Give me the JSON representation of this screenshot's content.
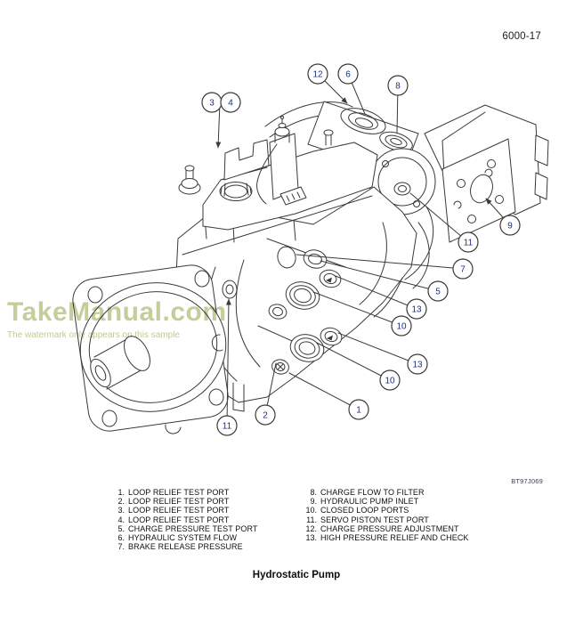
{
  "page": {
    "number": "6000-17",
    "figure_code": "BT97J069",
    "caption": "Hydrostatic Pump"
  },
  "watermark": {
    "title": "TakeManual.com",
    "subtitle": "The watermark only appears on this sample"
  },
  "callouts": [
    "3",
    "4",
    "12",
    "6",
    "8",
    "9",
    "11",
    "7",
    "5",
    "13",
    "10",
    "13",
    "10",
    "1",
    "2",
    "11"
  ],
  "legend": {
    "left": [
      {
        "num": "1.",
        "label": "LOOP RELIEF TEST PORT"
      },
      {
        "num": "2.",
        "label": "LOOP RELIEF TEST PORT"
      },
      {
        "num": "3.",
        "label": "LOOP RELIEF TEST PORT"
      },
      {
        "num": "4.",
        "label": "LOOP RELIEF TEST PORT"
      },
      {
        "num": "5.",
        "label": "CHARGE PRESSURE TEST PORT"
      },
      {
        "num": "6.",
        "label": "HYDRAULIC SYSTEM FLOW"
      },
      {
        "num": "7.",
        "label": "BRAKE RELEASE PRESSURE"
      }
    ],
    "right": [
      {
        "num": "8.",
        "label": "CHARGE FLOW TO FILTER"
      },
      {
        "num": "9.",
        "label": "HYDRAULIC PUMP INLET"
      },
      {
        "num": "10.",
        "label": "CLOSED LOOP PORTS"
      },
      {
        "num": "11.",
        "label": "SERVO PISTON TEST PORT"
      },
      {
        "num": "12.",
        "label": "CHARGE PRESSURE ADJUSTMENT"
      },
      {
        "num": "13.",
        "label": "HIGH PRESSURE RELIEF AND CHECK"
      }
    ]
  },
  "colors": {
    "line_art": "#3a3a3a",
    "callout_number": "#1e2f7d",
    "watermark": "#c6cd9c",
    "text": "#111111"
  }
}
